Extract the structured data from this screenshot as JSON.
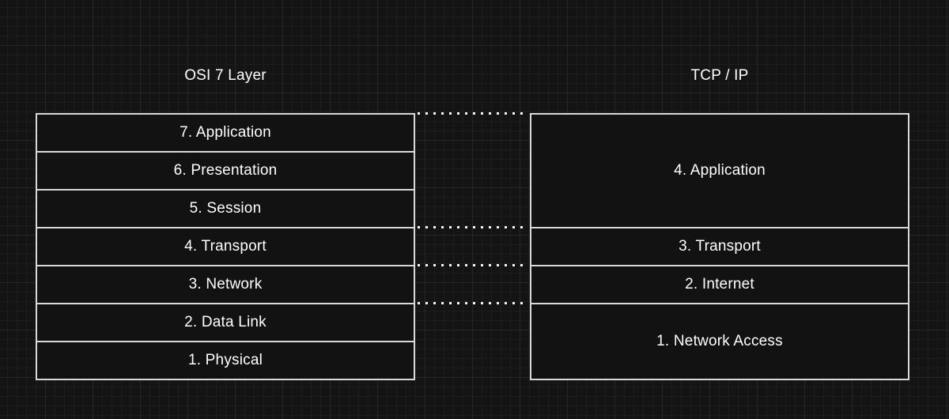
{
  "diagram": {
    "osi": {
      "title": "OSI 7 Layer",
      "layers": [
        {
          "label": "7. Application",
          "units": 1
        },
        {
          "label": "6. Presentation",
          "units": 1
        },
        {
          "label": "5. Session",
          "units": 1
        },
        {
          "label": "4. Transport",
          "units": 1
        },
        {
          "label": "3. Network",
          "units": 1
        },
        {
          "label": "2. Data Link",
          "units": 1
        },
        {
          "label": "1. Physical",
          "units": 1
        }
      ]
    },
    "tcpip": {
      "title": "TCP / IP",
      "layers": [
        {
          "label": "4. Application",
          "units": 3
        },
        {
          "label": "3. Transport",
          "units": 1
        },
        {
          "label": "2. Internet",
          "units": 1
        },
        {
          "label": "1. Network Access",
          "units": 2
        }
      ]
    },
    "connectors": [
      {
        "name": "connector-top-edge",
        "osi_boundary_index": 0
      },
      {
        "name": "connector-session-transport",
        "osi_boundary_index": 3
      },
      {
        "name": "connector-transport-network",
        "osi_boundary_index": 4
      },
      {
        "name": "connector-network-datalink",
        "osi_boundary_index": 5
      }
    ],
    "colors": {
      "background": "#141414",
      "grid_minor": "#1d1d1d",
      "grid_major": "#272727",
      "box_fill": "#121212",
      "box_border": "#d9d9d9",
      "text": "#ffffff",
      "dotted_line": "#f5f5f5"
    }
  }
}
